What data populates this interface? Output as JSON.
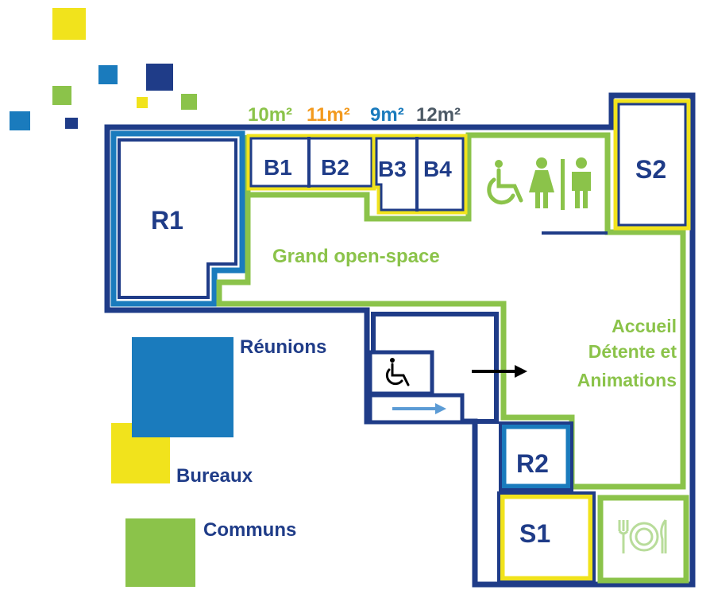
{
  "colors": {
    "navy": "#1f3c88",
    "blue": "#1a7bbd",
    "yellow": "#f1e31c",
    "green": "#8bc34a",
    "orange": "#f39a1e",
    "gray": "#4d5a66",
    "arrow_blue": "#5b9bd5"
  },
  "areas": {
    "b1": "10m²",
    "b2": "11m²",
    "b3": "9m²",
    "b4": "12m²"
  },
  "rooms": {
    "r1": "R1",
    "r2": "R2",
    "s1": "S1",
    "s2": "S2",
    "b1": "B1",
    "b2": "B2",
    "b3": "B3",
    "b4": "B4"
  },
  "zones": {
    "open_space": "Grand open-space",
    "accueil_1": "Accueil",
    "accueil_2": "Détente et",
    "accueil_3": "Animations"
  },
  "legend": {
    "reunions": "Réunions",
    "bureaux": "Bureaux",
    "communs": "Communs"
  },
  "icons": [
    "wheelchair-icon",
    "woman-icon",
    "man-icon",
    "restaurant-icon",
    "arrow-right-icon"
  ]
}
